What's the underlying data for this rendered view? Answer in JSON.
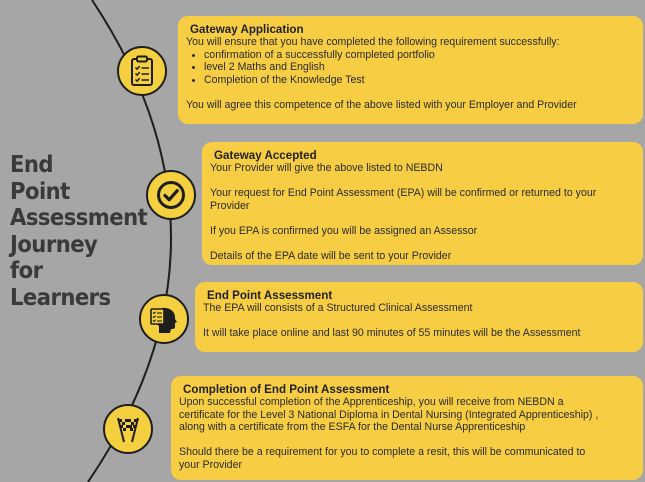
{
  "title_lines": [
    "End",
    "Point",
    "Assessment",
    "Journey",
    "for",
    "Learners"
  ],
  "colors": {
    "background": "#a6a6a6",
    "card": "#f6cd43",
    "badge": "#f4cf3f",
    "line": "#1e1e1e"
  },
  "stages": [
    {
      "icon": "clipboard-checklist-icon",
      "heading": "Gateway Application",
      "intro": "You will ensure that you have completed the following requirement successfully:",
      "bullets": [
        "confirmation of a successfully completed portfolio",
        "level 2 Maths and English",
        "Completion of the Knowledge Test"
      ],
      "outro": "You will agree this competence of the above listed with your Employer and Provider"
    },
    {
      "icon": "checkmark-circle-icon",
      "heading": "Gateway Accepted",
      "lines": [
        "Your Provider will give the above listed to NEBDN",
        "Your request for End Point Assessment (EPA) will be confirmed or returned to your",
        "Provider",
        "If you EPA is confirmed you will be assigned an Assessor",
        "Details of the EPA date will be sent to your Provider"
      ]
    },
    {
      "icon": "head-checklist-icon",
      "heading": "End Point Assessment",
      "lines": [
        "The EPA will consists of a Structured Clinical Assessment",
        "It will take place online and last 90 minutes of 55 minutes will be the Assessment"
      ]
    },
    {
      "icon": "checkered-flags-icon",
      "heading": "Completion of End Point Assessment",
      "lines": [
        "Upon successful completion of the Apprenticeship, you will receive from NEBDN  a",
        "certificate for the Level 3 National Diploma in Dental Nursing (Integrated Apprenticeship) ,",
        "along with a certificate from the ESFA for the Dental Nurse Apprenticeship",
        "Should there be a requirement for you to complete a resit, this will be communicated to",
        "your Provider"
      ]
    }
  ]
}
